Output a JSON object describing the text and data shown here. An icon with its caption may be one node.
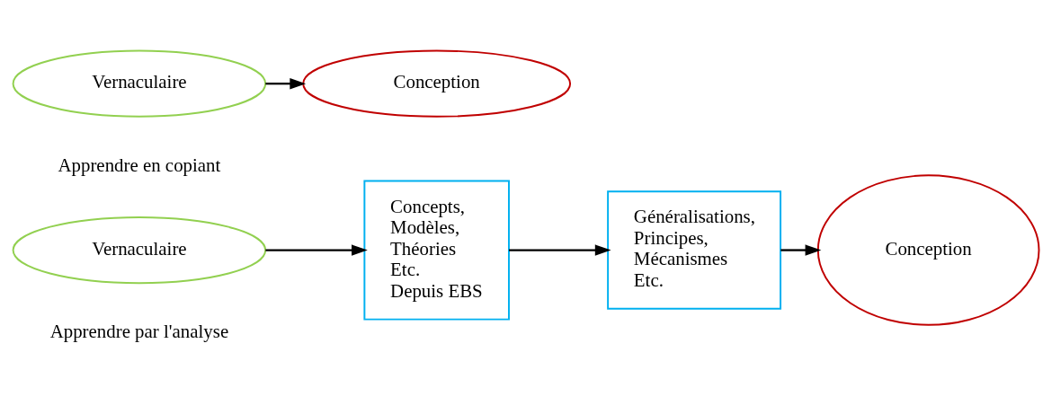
{
  "diagram": {
    "nodes": [
      {
        "text": [
          "Vernaculaire"
        ]
      },
      {
        "text": [
          "Conception"
        ]
      },
      {
        "text": [
          "Vernaculaire"
        ]
      },
      {
        "text": [
          "Concepts,",
          "Modèles,",
          "Théories",
          "Etc.",
          "Depuis EBS"
        ]
      },
      {
        "text": [
          "Généralisations,",
          "Principes,",
          "Mécanismes",
          "Etc."
        ]
      },
      {
        "text": [
          "Conception"
        ]
      }
    ],
    "edges": [
      {
        "from": 0,
        "to": 1,
        "arrow": "to"
      },
      {
        "from": 2,
        "to": 3,
        "arrow": "to"
      },
      {
        "from": 3,
        "to": 4,
        "arrow": "to"
      },
      {
        "from": 4,
        "to": 5,
        "arrow": "to"
      }
    ],
    "labels": [
      "Apprendre en copiant",
      "Apprendre par l'analyse"
    ]
  }
}
